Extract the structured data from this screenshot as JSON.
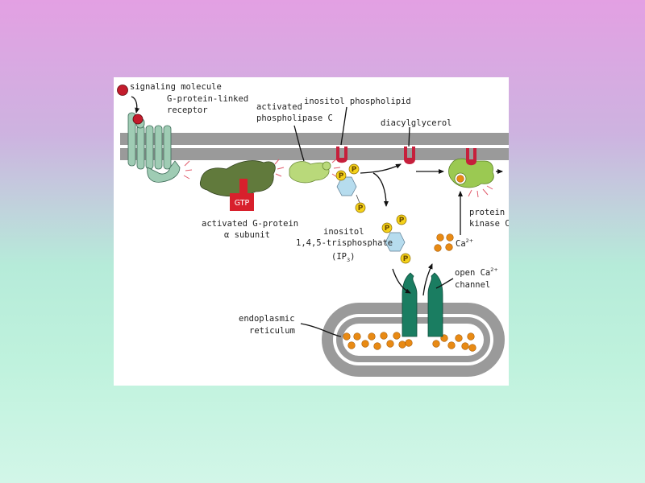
{
  "figure": {
    "labels": {
      "signaling_molecule": "signaling molecule",
      "receptor_line1": "G-protein-linked",
      "receptor_line2": "receptor",
      "plc_line1": "activated",
      "plc_line2": "phospholipase C",
      "inositol_phospholipid": "inositol phospholipid",
      "diacylglycerol": "diacylglycerol",
      "gprotein_line1": "activated G-protein",
      "gprotein_line2": "α subunit",
      "gtp": "GTP",
      "ip3_line1": "inositol",
      "ip3_line2": "1,4,5-trisphosphate",
      "ip3_line3_prefix": "(IP",
      "ip3_line3_sub": "3",
      "ip3_line3_suffix": ")",
      "pkc_line1": "protein",
      "pkc_line2": "kinase C",
      "ca_symbol": "Ca",
      "ca_charge": "2+",
      "channel_line1_prefix": "open Ca",
      "channel_line1_charge": "2+",
      "channel_line2": "channel",
      "er_line1": "endoplasmic",
      "er_line2": "reticulum",
      "phosphate": "P"
    },
    "colors": {
      "membrane": "#9a9a9a",
      "receptor": "#9fccb4",
      "g_protein": "#617a3c",
      "gtp": "#d8202c",
      "plc": "#b9d97a",
      "pip2_head": "#c61f3b",
      "phosphate": "#f5d21a",
      "inositol_ring": "#b6dcee",
      "calcium": "#e88a14",
      "channel": "#1a7d61",
      "pkc": "#9bc952"
    }
  }
}
